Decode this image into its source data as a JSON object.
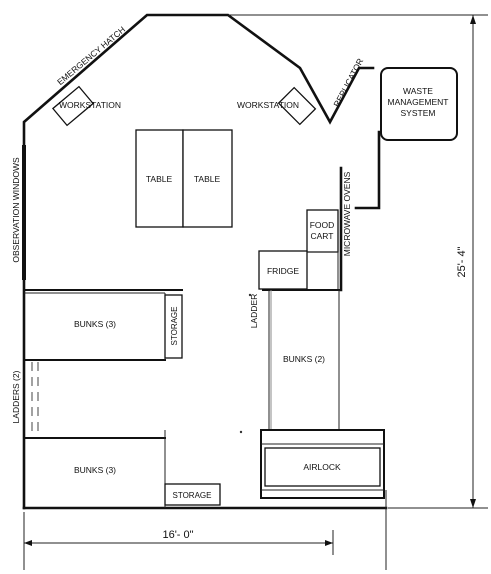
{
  "labels": {
    "emergency_hatch": "EMERGENCY HATCH",
    "workstation_left": "WORKSTATION",
    "workstation_right": "WORKSTATION",
    "replicator": "REPLICATOR",
    "waste_management": [
      "WASTE",
      "MANAGEMENT",
      "SYSTEM"
    ],
    "observation_windows": "OBSERVATION WINDOWS",
    "table_left": "TABLE",
    "table_right": "TABLE",
    "microwave_ovens": "MICROWAVE OVENS",
    "food_cart": [
      "FOOD",
      "CART"
    ],
    "fridge": "FRIDGE",
    "ladder": "LADDER",
    "bunks_3_upper": "BUNKS (3)",
    "storage_upper": "STORAGE",
    "bunks_2": "BUNKS (2)",
    "ladders_2": "LADDERS (2)",
    "bunks_3_lower": "BUNKS (3)",
    "storage_lower": "STORAGE",
    "airlock": "AIRLOCK"
  },
  "dimensions": {
    "width": "16'- 0\"",
    "height": "25'- 4\""
  }
}
